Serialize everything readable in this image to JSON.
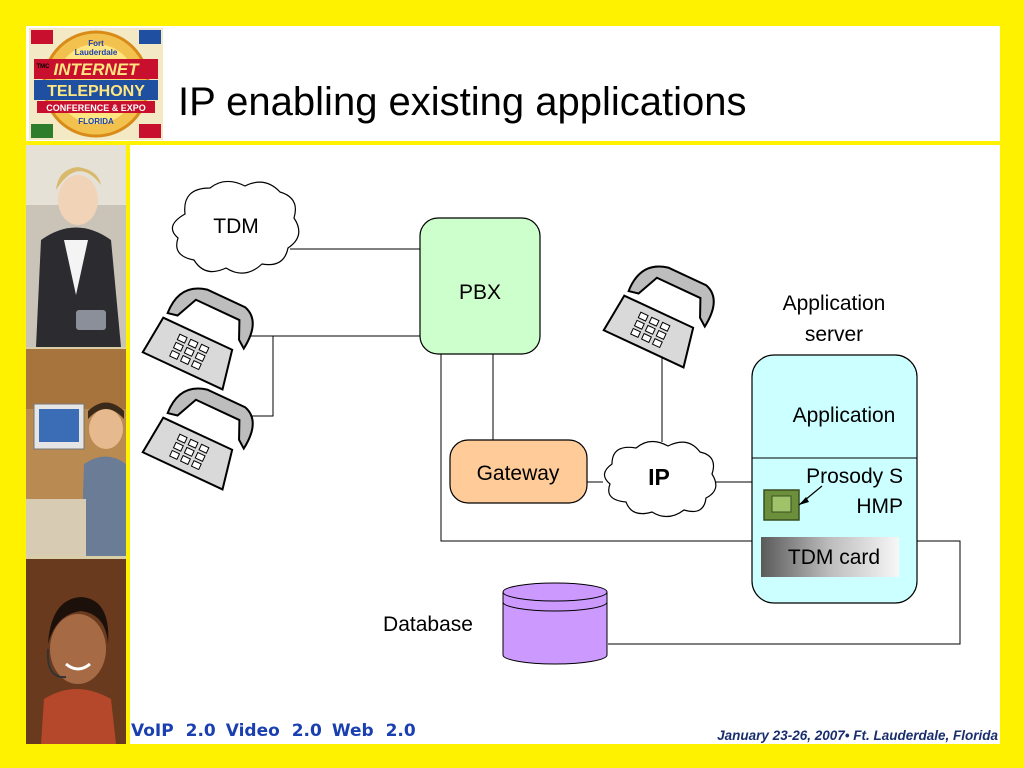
{
  "slide": {
    "title": "IP enabling existing applications"
  },
  "logo": {
    "line1": "Fort",
    "line2": "Lauderdale",
    "line3": "INTERNET",
    "line4": "TELEPHONY",
    "line5": "CONFERENCE & EXPO",
    "line6": "FLORIDA",
    "badge": "TMC"
  },
  "diagram": {
    "tdm_cloud": "TDM",
    "pbx": "PBX",
    "gateway": "Gateway",
    "ip_cloud": "IP",
    "app_server_label_line1": "Application",
    "app_server_label_line2": "server",
    "application": "Application",
    "prosody_line1": "Prosody S",
    "prosody_line2": "HMP",
    "tdm_card": "TDM card",
    "database": "Database"
  },
  "footer": {
    "left_items": [
      "VoIP 2.0",
      "Video 2.0",
      "Web 2.0"
    ],
    "right_text": "January 23-26, 2007• Ft. Lauderdale, Florida"
  },
  "colors": {
    "frame": "#FFF200",
    "pbx_fill": "#CCFFCC",
    "gateway_fill": "#FFCC99",
    "app_server_fill": "#CCFFFF",
    "database_fill": "#CC99FF",
    "footer_left": "#1a3fb0"
  }
}
